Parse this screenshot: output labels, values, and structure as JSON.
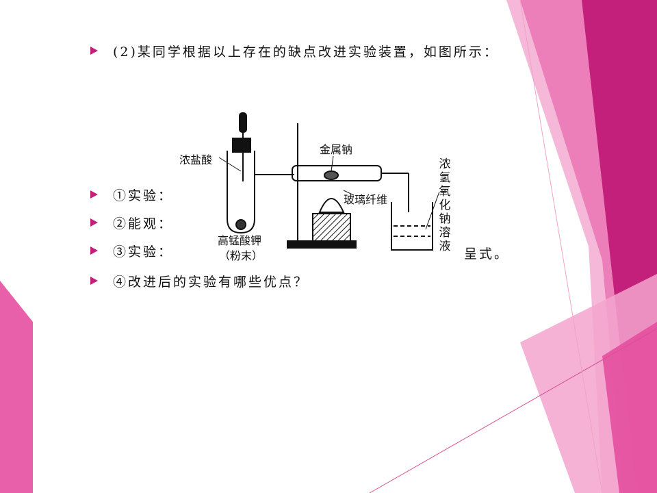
{
  "bullets": [
    {
      "text": "(2)某同学根据以上存在的缺点改进实验装置，如图所示："
    },
    {
      "text": "①实验：",
      "tail": ""
    },
    {
      "text": "②能观："
    },
    {
      "text": "③实验：",
      "tail": "呈式。"
    },
    {
      "text": "④改进后的实验有哪些优点？"
    }
  ],
  "figure": {
    "labels": {
      "acid": "浓盐酸",
      "sodium": "金属钠",
      "fiber": "玻璃纤维",
      "kmno4": "高锰酸钾",
      "powder": "（粉末）",
      "naoh": "浓氢氧化钠溶液"
    }
  },
  "colors": {
    "accent": "#c2207a",
    "pink_dark": "#b5206e",
    "pink_mid": "#e05aa6",
    "pink_light": "#f4a6cf"
  }
}
